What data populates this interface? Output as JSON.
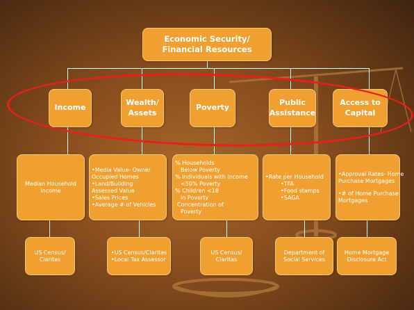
{
  "root": {
    "line1": "Economic Security/",
    "line2": "Financial Resources"
  },
  "categories": [
    {
      "line1": "Income",
      "line2": ""
    },
    {
      "line1": "Wealth/",
      "line2": "Assets"
    },
    {
      "line1": "Poverty",
      "line2": ""
    },
    {
      "line1": "Public",
      "line2": "Assistance"
    },
    {
      "line1": "Access to",
      "line2": "Capital"
    }
  ],
  "indicators": {
    "income": [
      "Median Household",
      "Income"
    ],
    "wealth": [
      "•Media Value- Owner",
      "Occupied Homes",
      "•Land/Building",
      "Assessed Value",
      "•Sales Prices",
      "•Average # of Vehicles"
    ],
    "poverty": [
      "% Households",
      "Below Poverty",
      "% Individuals with Income",
      "<50% Poverty",
      "% Children <18",
      "in Poverty",
      "Concentration of",
      "Poverty"
    ],
    "public": [
      "•Rate per Household",
      "•TFA",
      "•Food stamps",
      "•SAGA"
    ],
    "capital": [
      "•Approval Rates- Home",
      "Purchase Mortgages",
      "",
      "•# of Home Purchase",
      "Mortgages"
    ]
  },
  "sources": [
    [
      "US Census/",
      "Claritas"
    ],
    [
      "•US Census/Claritas",
      "•Local Tax Assessor"
    ],
    [
      "US Census/",
      "Claritas"
    ],
    [
      "Department of",
      "Social Services"
    ],
    [
      "Home Mortgage",
      "Disclosure Act"
    ]
  ],
  "colors": {
    "box": "#f0a030",
    "box_border": "#fbc878",
    "highlight_ring": "#e8201a",
    "connector": "#ffffff"
  }
}
